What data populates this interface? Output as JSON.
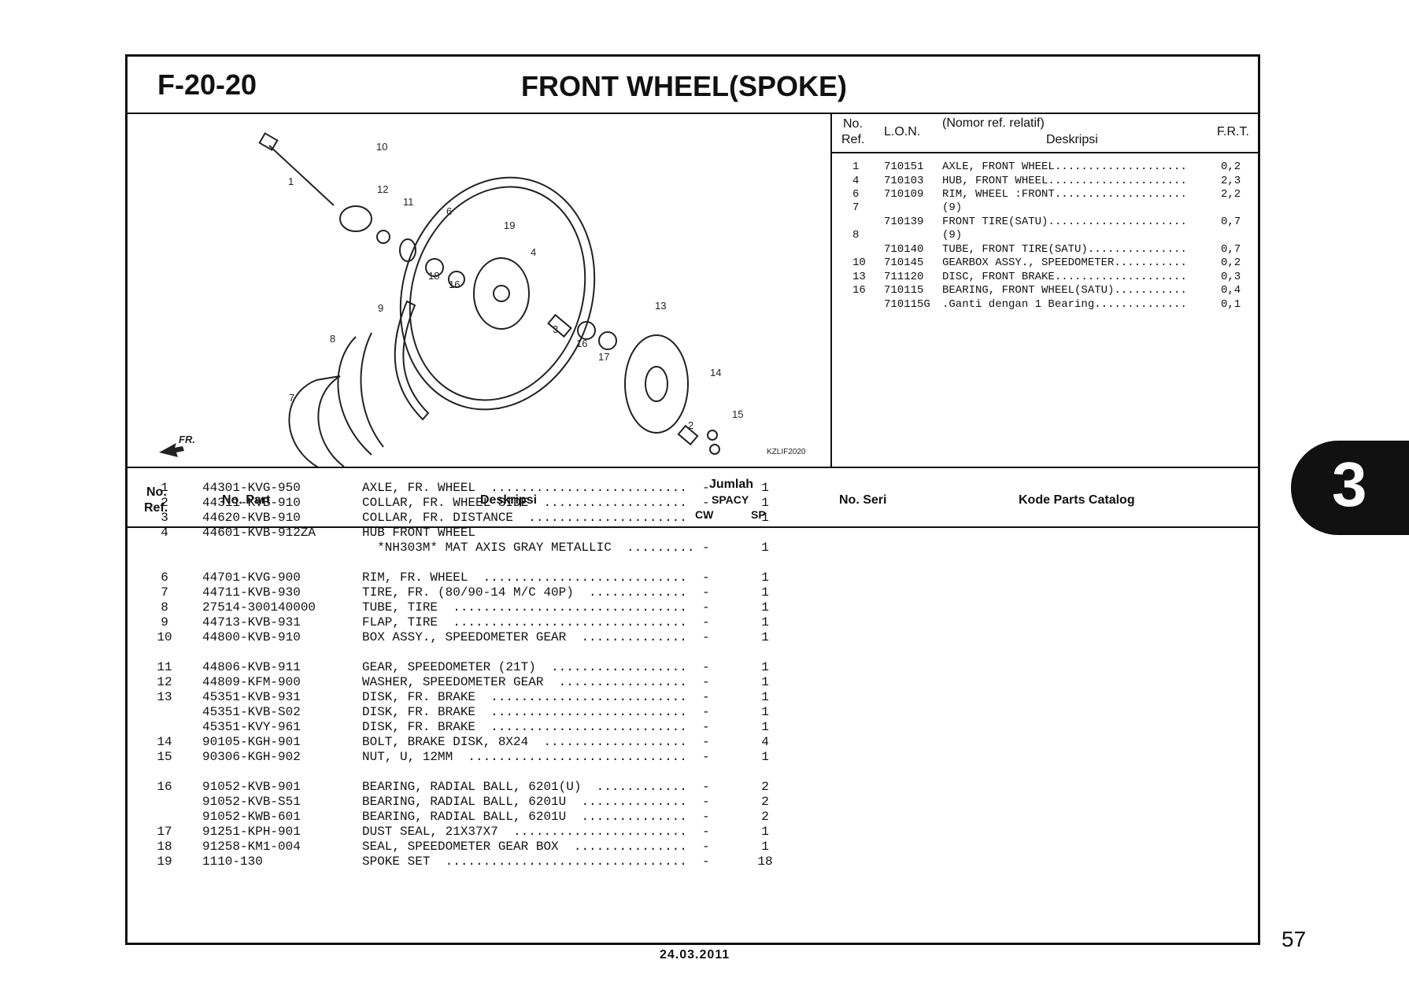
{
  "header": {
    "code": "F-20-20",
    "title": "FRONT WHEEL(SPOKE)"
  },
  "diagram": {
    "callouts": [
      "1",
      "10",
      "12",
      "11",
      "6",
      "19",
      "4",
      "18",
      "16",
      "9",
      "8",
      "7",
      "3",
      "16",
      "17",
      "13",
      "14",
      "15",
      "2"
    ],
    "fr_mark": "FR.",
    "image_code": "KZLIF2020"
  },
  "lon_table": {
    "headers": {
      "no": "No.",
      "ref": "Ref.",
      "lon": "L.O.N.",
      "nomor": "(Nomor ref. relatif)",
      "deskripsi": "Deskripsi",
      "frt": "F.R.T."
    },
    "rows": [
      {
        "no": "1",
        "lon": "710151",
        "desc": "AXLE, FRONT WHEEL....................",
        "frt": "0,2"
      },
      {
        "no": "4",
        "lon": "710103",
        "desc": "HUB, FRONT WHEEL.....................",
        "frt": "2,3"
      },
      {
        "no": "6",
        "lon": "710109",
        "desc": "RIM, WHEEL :FRONT....................",
        "frt": "2,2"
      },
      {
        "no": "7",
        "lon": "",
        "desc": "(9)",
        "frt": ""
      },
      {
        "no": "",
        "lon": "710139",
        "desc": "FRONT TIRE(SATU).....................",
        "frt": "0,7"
      },
      {
        "no": "8",
        "lon": "",
        "desc": "(9)",
        "frt": ""
      },
      {
        "no": "",
        "lon": "710140",
        "desc": "TUBE, FRONT TIRE(SATU)...............",
        "frt": "0,7"
      },
      {
        "no": "10",
        "lon": "710145",
        "desc": "GEARBOX ASSY., SPEEDOMETER...........",
        "frt": "0,2"
      },
      {
        "no": "13",
        "lon": "711120",
        "desc": "DISC, FRONT BRAKE....................",
        "frt": "0,3"
      },
      {
        "no": "16",
        "lon": "710115",
        "desc": "BEARING, FRONT WHEEL(SATU)...........",
        "frt": "0,4"
      },
      {
        "no": "",
        "lon": "710115G",
        "desc": ".Ganti dengan 1 Bearing..............",
        "frt": "0,1"
      }
    ]
  },
  "parts_table": {
    "headers": {
      "no": "No.",
      "ref": "Ref.",
      "part": "No. Part",
      "desc": "Deskripsi",
      "jumlah": "Jumlah",
      "spacy": "SPACY",
      "cw": "CW",
      "sp": "SP",
      "seri": "No. Seri",
      "catalog": "Kode Parts Catalog"
    },
    "rows": [
      {
        "ref": "1",
        "part": "44301-KVG-950",
        "desc": "AXLE, FR. WHEEL  ..........................",
        "cw": "-",
        "sp": "1"
      },
      {
        "ref": "2",
        "part": "44311-KVB-910",
        "desc": "COLLAR, FR. WHEEL SIDE  ...................",
        "cw": "-",
        "sp": "1"
      },
      {
        "ref": "3",
        "part": "44620-KVB-910",
        "desc": "COLLAR, FR. DISTANCE  .....................",
        "cw": "-",
        "sp": "1"
      },
      {
        "ref": "4",
        "part": "44601-KVB-912ZA",
        "desc": "HUB FRONT WHEEL",
        "cw": "",
        "sp": ""
      },
      {
        "ref": "",
        "part": "",
        "desc": "  *NH303M* MAT AXIS GRAY METALLIC  .........",
        "cw": "-",
        "sp": "1"
      },
      {
        "ref": "6",
        "part": "44701-KVG-900",
        "desc": "RIM, FR. WHEEL  ...........................",
        "cw": "-",
        "sp": "1"
      },
      {
        "ref": "7",
        "part": "44711-KVB-930",
        "desc": "TIRE, FR. (80/90-14 M/C 40P)  .............",
        "cw": "-",
        "sp": "1"
      },
      {
        "ref": "8",
        "part": "27514-300140000",
        "desc": "TUBE, TIRE  ...............................",
        "cw": "-",
        "sp": "1"
      },
      {
        "ref": "9",
        "part": "44713-KVB-931",
        "desc": "FLAP, TIRE  ...............................",
        "cw": "-",
        "sp": "1"
      },
      {
        "ref": "10",
        "part": "44800-KVB-910",
        "desc": "BOX ASSY., SPEEDOMETER GEAR  ..............",
        "cw": "-",
        "sp": "1"
      },
      {
        "ref": "11",
        "part": "44806-KVB-911",
        "desc": "GEAR, SPEEDOMETER (21T)  ..................",
        "cw": "-",
        "sp": "1"
      },
      {
        "ref": "12",
        "part": "44809-KFM-900",
        "desc": "WASHER, SPEEDOMETER GEAR  .................",
        "cw": "-",
        "sp": "1"
      },
      {
        "ref": "13",
        "part": "45351-KVB-931",
        "desc": "DISK, FR. BRAKE  ..........................",
        "cw": "-",
        "sp": "1"
      },
      {
        "ref": "",
        "part": "45351-KVB-S02",
        "desc": "DISK, FR. BRAKE  ..........................",
        "cw": "-",
        "sp": "1"
      },
      {
        "ref": "",
        "part": "45351-KVY-961",
        "desc": "DISK, FR. BRAKE  ..........................",
        "cw": "-",
        "sp": "1"
      },
      {
        "ref": "14",
        "part": "90105-KGH-901",
        "desc": "BOLT, BRAKE DISK, 8X24  ...................",
        "cw": "-",
        "sp": "4"
      },
      {
        "ref": "15",
        "part": "90306-KGH-902",
        "desc": "NUT, U, 12MM  .............................",
        "cw": "-",
        "sp": "1"
      },
      {
        "ref": "16",
        "part": "91052-KVB-901",
        "desc": "BEARING, RADIAL BALL, 6201(U)  ............",
        "cw": "-",
        "sp": "2"
      },
      {
        "ref": "",
        "part": "91052-KVB-S51",
        "desc": "BEARING, RADIAL BALL, 6201U  ..............",
        "cw": "-",
        "sp": "2"
      },
      {
        "ref": "",
        "part": "91052-KWB-601",
        "desc": "BEARING, RADIAL BALL, 6201U  ..............",
        "cw": "-",
        "sp": "2"
      },
      {
        "ref": "17",
        "part": "91251-KPH-901",
        "desc": "DUST SEAL, 21X37X7  .......................",
        "cw": "-",
        "sp": "1"
      },
      {
        "ref": "18",
        "part": "91258-KM1-004",
        "desc": "SEAL, SPEEDOMETER GEAR BOX  ...............",
        "cw": "-",
        "sp": "1"
      },
      {
        "ref": "19",
        "part": "1110-130",
        "desc": "SPOKE SET  ................................",
        "cw": "-",
        "sp": "18"
      }
    ]
  },
  "section_tab": "3",
  "page_number": "57",
  "date": "24.03.2011"
}
